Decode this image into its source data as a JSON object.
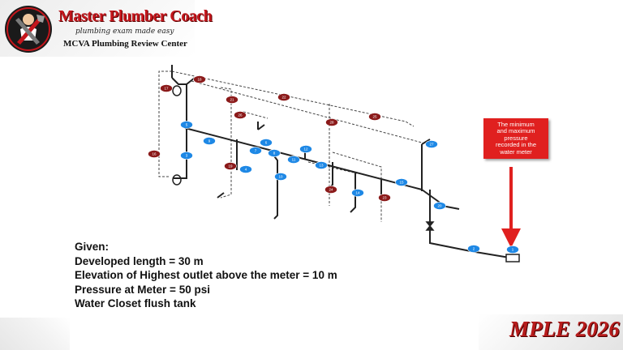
{
  "brand": {
    "name": "Master Plumber Coach",
    "tagline": "plumbing exam made easy",
    "center": "MCVA Plumbing Review Center"
  },
  "callout": {
    "text": "The minimum\nand maximum\npressure\nrecorded in the\nwater meter"
  },
  "given": {
    "heading": "Given:",
    "lines": [
      "Developed length = 30 m",
      "Elevation of Highest outlet above the meter = 10 m",
      "Pressure at Meter = 50 psi",
      "Water Closet flush tank"
    ]
  },
  "exam": {
    "label": "MPLE 2026"
  },
  "diagram": {
    "nodes": [
      {
        "label": "1",
        "color": "blue"
      },
      {
        "label": "2",
        "color": "blue"
      },
      {
        "label": "3",
        "color": "blue"
      },
      {
        "label": "4",
        "color": "blue"
      },
      {
        "label": "5",
        "color": "blue"
      },
      {
        "label": "6",
        "color": "blue"
      },
      {
        "label": "7",
        "color": "blue"
      },
      {
        "label": "8",
        "color": "blue"
      },
      {
        "label": "9",
        "color": "blue"
      },
      {
        "label": "10",
        "color": "blue"
      },
      {
        "label": "11",
        "color": "blue"
      },
      {
        "label": "12",
        "color": "blue"
      },
      {
        "label": "13",
        "color": "blue"
      },
      {
        "label": "14",
        "color": "blue"
      },
      {
        "label": "15",
        "color": "blue"
      },
      {
        "label": "16",
        "color": "red"
      },
      {
        "label": "17",
        "color": "red"
      },
      {
        "label": "18",
        "color": "red"
      },
      {
        "label": "19",
        "color": "red"
      },
      {
        "label": "20",
        "color": "blue"
      },
      {
        "label": "21",
        "color": "red"
      },
      {
        "label": "22",
        "color": "red"
      },
      {
        "label": "23",
        "color": "red"
      },
      {
        "label": "24",
        "color": "red"
      },
      {
        "label": "25",
        "color": "red"
      },
      {
        "label": "26",
        "color": "red"
      },
      {
        "label": "27",
        "color": "blue"
      },
      {
        "label": "28",
        "color": "red"
      }
    ]
  },
  "colors": {
    "brand_red": "#c4161c",
    "node_blue": "#1e88e5",
    "node_red": "#8b1a1a",
    "callout_red": "#e0201f",
    "pipe": "#222222"
  }
}
